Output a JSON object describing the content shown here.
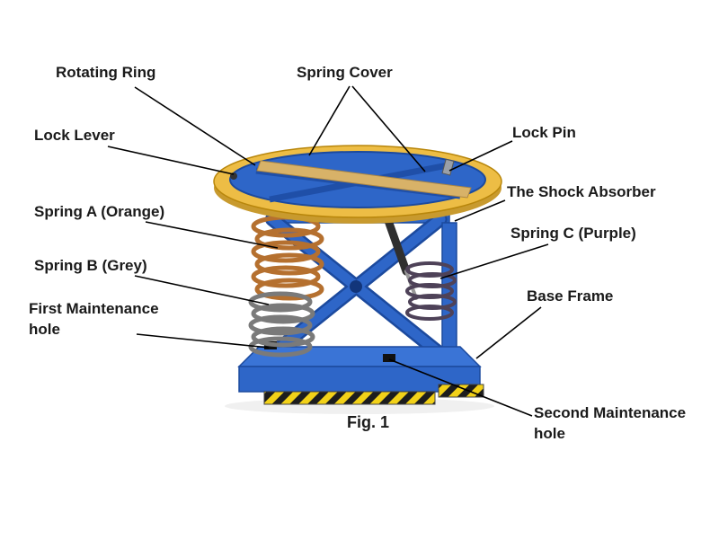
{
  "figure": {
    "caption": "Fig. 1",
    "labels": {
      "rotating_ring": "Rotating Ring",
      "spring_cover": "Spring Cover",
      "lock_lever": "Lock Lever",
      "lock_pin": "Lock Pin",
      "shock_absorber": "The Shock Absorber",
      "spring_a": "Spring A (Orange)",
      "spring_c": "Spring C (Purple)",
      "spring_b": "Spring B (Grey)",
      "base_frame": "Base Frame",
      "first_maintenance_hole": "First Maintenance hole",
      "second_maintenance_hole": "Second Maintenance hole"
    },
    "colors": {
      "machine_blue": "#2e66c8",
      "machine_blue_dark": "#1c4a9e",
      "ring_yellow": "#edbd45",
      "ring_yellow_dark": "#c89a2e",
      "lever_tan": "#d8b268",
      "spring_a_orange": "#b5702f",
      "spring_b_grey": "#7a7a7a",
      "spring_c_purple": "#4e4258",
      "hazard_yellow": "#f2d118",
      "label_text": "#1a1a1a"
    }
  }
}
